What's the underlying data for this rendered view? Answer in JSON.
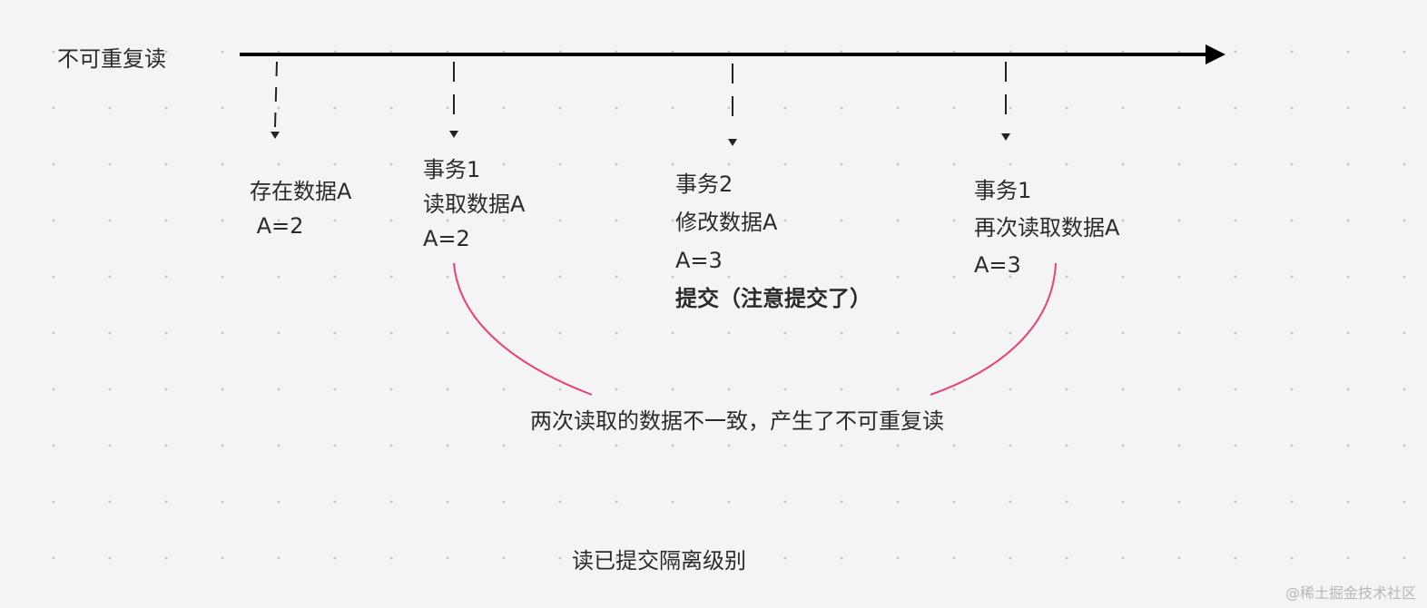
{
  "title": "不可重复读",
  "events": [
    {
      "lines": [
        "存在数据A",
        " A=2"
      ]
    },
    {
      "lines": [
        "事务1",
        "读取数据A",
        "A=2"
      ]
    },
    {
      "lines": [
        "事务2",
        "修改数据A",
        "A=3"
      ],
      "emphasis": "提交（注意提交了）"
    },
    {
      "lines": [
        "事务1",
        "再次读取数据A",
        "A=3"
      ]
    }
  ],
  "conclusion": "两次读取的数据不一致，产生了不可重复读",
  "caption": "读已提交隔离级别",
  "watermark": "@稀土掘金技术社区",
  "colors": {
    "axis": "#000000",
    "bracket": "#e8416b",
    "text": "#2b2b2b"
  }
}
